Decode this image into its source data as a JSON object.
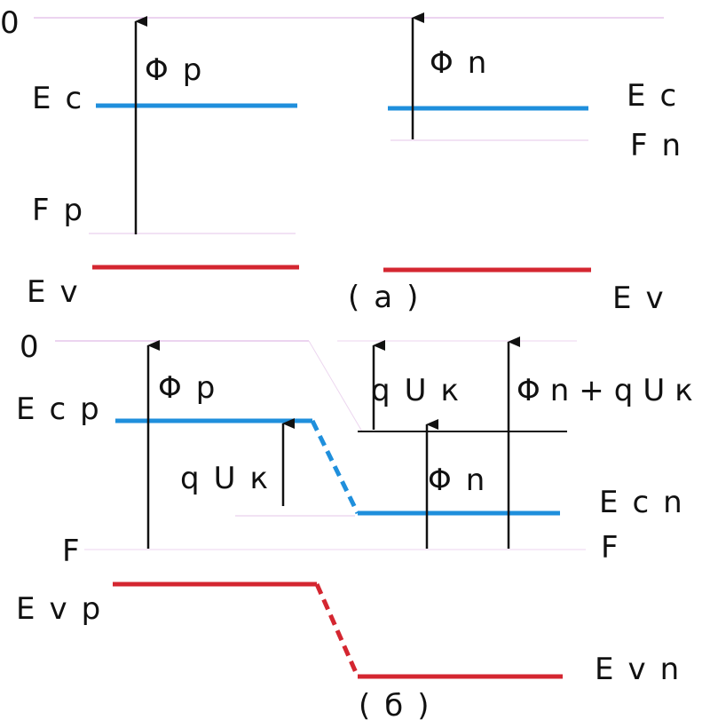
{
  "colors": {
    "conduction_band": "#1f8fdc",
    "valence_band": "#d42630",
    "vacuum_level": "#d9a8e0",
    "fermi_level": "#e6c6ea",
    "arrow": "#111111",
    "text": "#111111"
  },
  "panel_a": {
    "vacuum": "0",
    "ec_left": "Ec",
    "phi_p": "Φp",
    "fp": "Fp",
    "ev_left": "Ev",
    "phi_n": "Φn",
    "ec_right": "Ec",
    "fn": "Fn",
    "ev_right": "Ev",
    "caption": "(а)"
  },
  "panel_b": {
    "vacuum": "0",
    "ecp": "Ecp",
    "phi_p": "Φp",
    "qu_k_mid": "qUк",
    "qu_k_top": "qUк",
    "phi_n_plus": "Φn+qUк",
    "phi_n": "Φn",
    "ecn": "Ecn",
    "f_left": "F",
    "f_right": "F",
    "evp": "Evp",
    "evn": "Evn",
    "caption": "(б)"
  }
}
